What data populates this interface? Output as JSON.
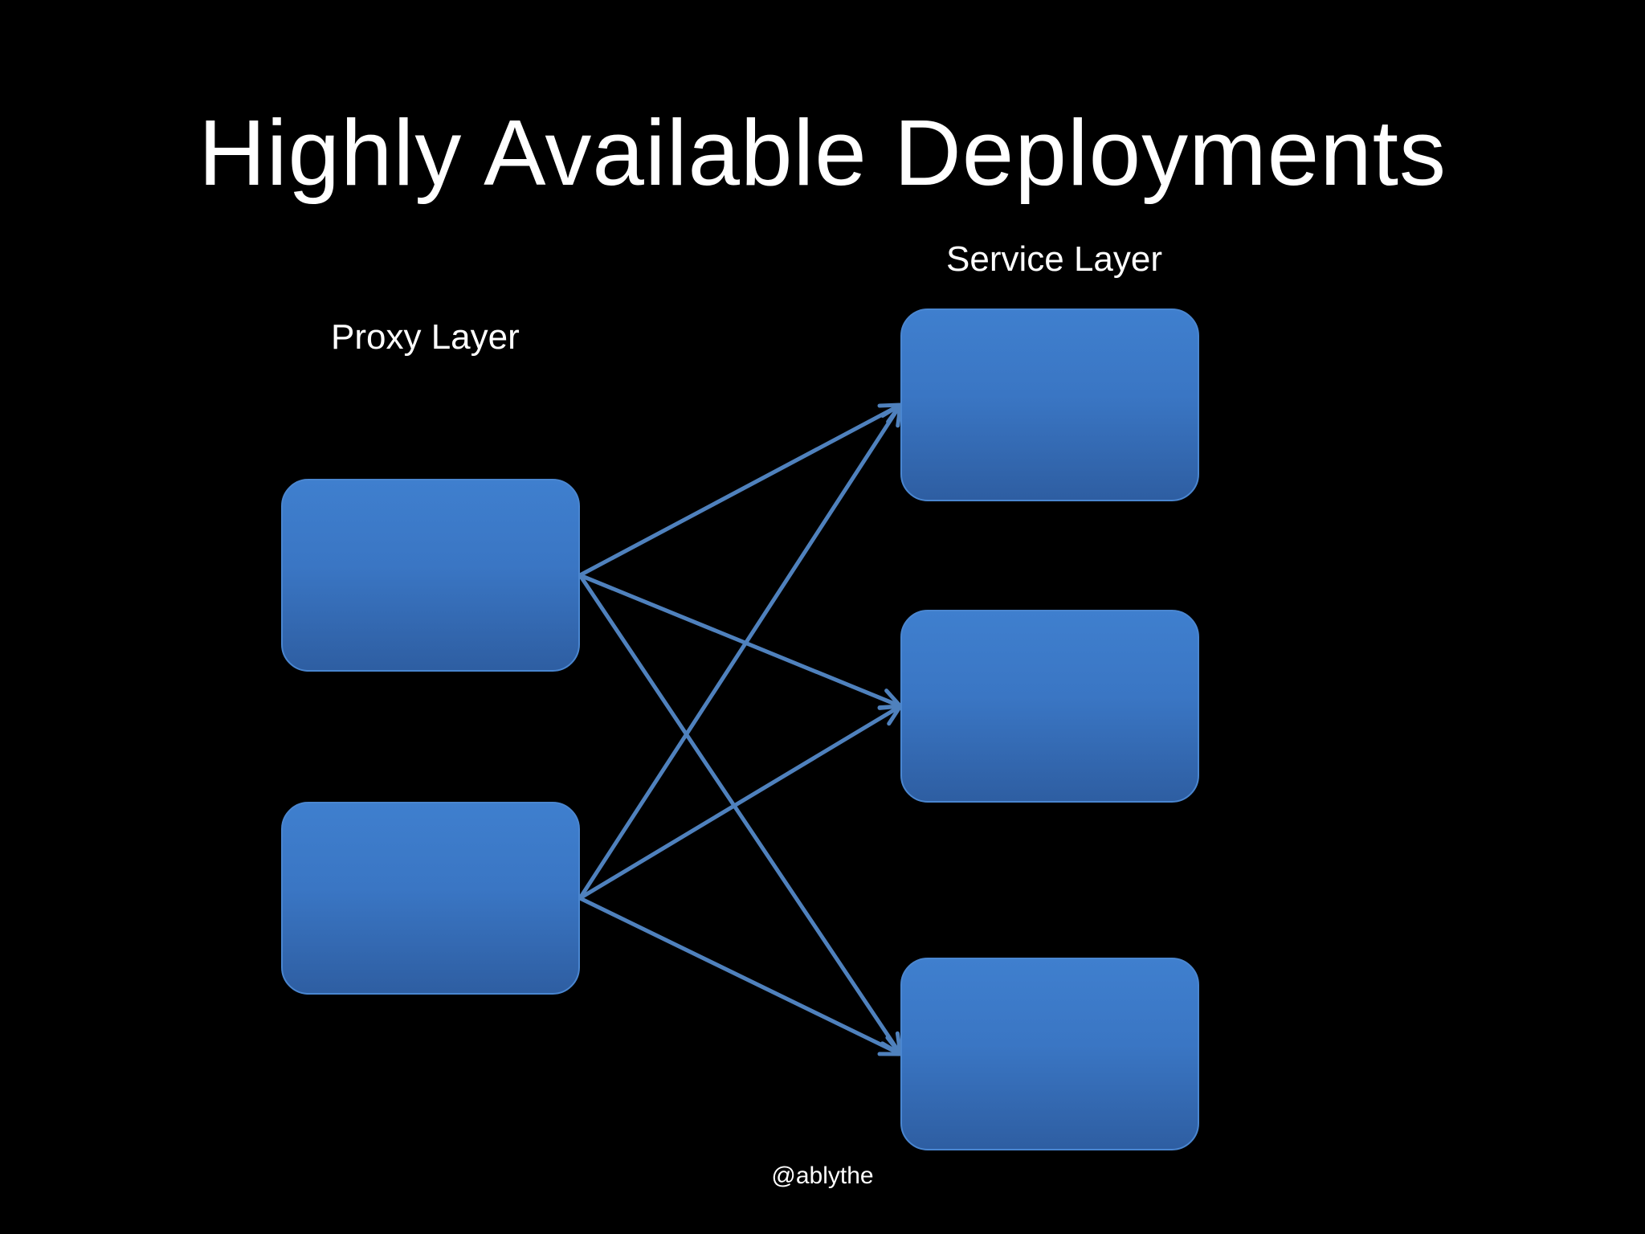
{
  "slide": {
    "title": "Highly Available Deployments",
    "service_layer_label": "Service Layer",
    "proxy_layer_label": "Proxy Layer",
    "footer": "@ablythe"
  },
  "colors": {
    "background": "#000000",
    "node_fill_top": "#3f7fce",
    "node_fill_bottom": "#2e5ea2",
    "connector": "#4f81bd",
    "text": "#ffffff"
  },
  "diagram": {
    "connections": [
      {
        "from": "proxy-1",
        "to": "service-1"
      },
      {
        "from": "proxy-1",
        "to": "service-2"
      },
      {
        "from": "proxy-1",
        "to": "service-3"
      },
      {
        "from": "proxy-2",
        "to": "service-1"
      },
      {
        "from": "proxy-2",
        "to": "service-2"
      },
      {
        "from": "proxy-2",
        "to": "service-3"
      }
    ]
  }
}
